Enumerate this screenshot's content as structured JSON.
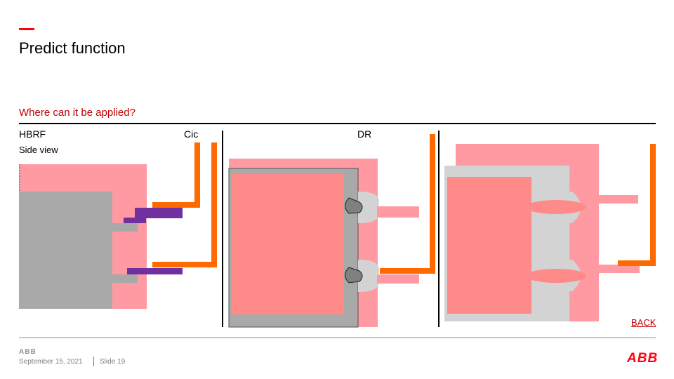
{
  "slide": {
    "title": "Predict function",
    "subtitle": "Where can it be applied?"
  },
  "columns": {
    "hbrf_label": "HBRF",
    "cic_label": "Cic",
    "dr_label": "DR"
  },
  "view_label": "Side view",
  "back_link": "BACK",
  "footer": {
    "small_logo": "ABB",
    "date": "September 15, 2021",
    "slide_number": "Slide 19",
    "logo": "ABB"
  },
  "colors": {
    "accent": "#ff000f",
    "pink_panel": "#ff9aa2",
    "salmon": "#ff8a8a",
    "gray_block": "#a9a9a9",
    "light_gray": "#d3d3d3",
    "orange_conductor": "#ff6a00",
    "purple_bar": "#7030a0"
  }
}
